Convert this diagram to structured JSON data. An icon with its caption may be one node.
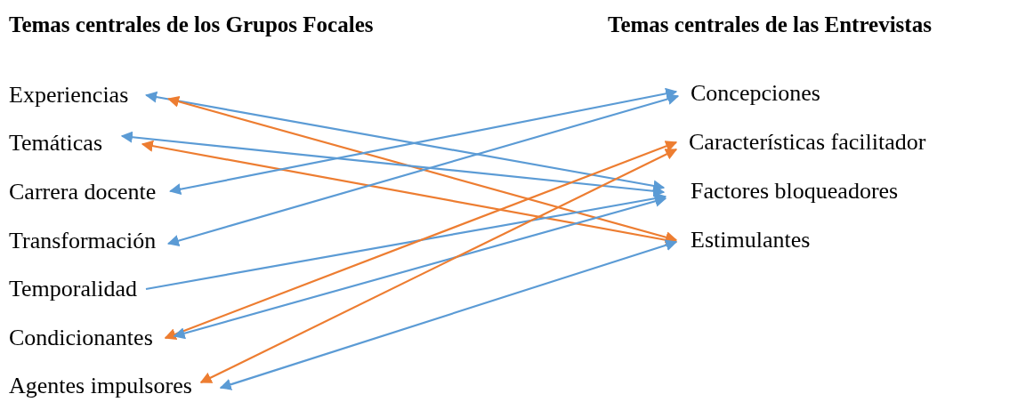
{
  "diagram": {
    "nodes": [
      {
        "text": [
          "Experiencias"
        ]
      },
      {
        "text": [
          "Temáticas"
        ]
      },
      {
        "text": [
          "Carrera docente"
        ]
      },
      {
        "text": [
          "Transformación"
        ]
      },
      {
        "text": [
          "Temporalidad"
        ]
      },
      {
        "text": [
          "Condicionantes"
        ]
      },
      {
        "text": [
          "Agentes impulsores"
        ]
      },
      {
        "text": [
          "Concepciones"
        ]
      },
      {
        "text": [
          "Características facilitador"
        ]
      },
      {
        "text": [
          "Factores bloqueadores"
        ]
      },
      {
        "text": [
          "Estimulantes"
        ]
      }
    ],
    "edges": [
      {
        "from": 0,
        "to": 9,
        "arrow": "both"
      },
      {
        "from": 0,
        "to": 10,
        "arrow": "both",
        "color": "#ed7d31"
      },
      {
        "from": 1,
        "to": 9,
        "arrow": "both"
      },
      {
        "from": 1,
        "to": 10,
        "arrow": "both",
        "color": "#ed7d31"
      },
      {
        "from": 2,
        "to": 7,
        "arrow": "both"
      },
      {
        "from": 3,
        "to": 7,
        "arrow": "both"
      },
      {
        "from": 4,
        "to": 9,
        "arrow": "to"
      },
      {
        "from": 5,
        "to": 8,
        "arrow": "both",
        "color": "#ed7d31"
      },
      {
        "from": 5,
        "to": 9,
        "arrow": "both"
      },
      {
        "from": 6,
        "to": 8,
        "arrow": "both",
        "color": "#ed7d31"
      },
      {
        "from": 6,
        "to": 10,
        "arrow": "both"
      }
    ],
    "labels": [
      "Temas centrales de los Grupos Focales",
      "Temas centrales de las Entrevistas"
    ]
  }
}
